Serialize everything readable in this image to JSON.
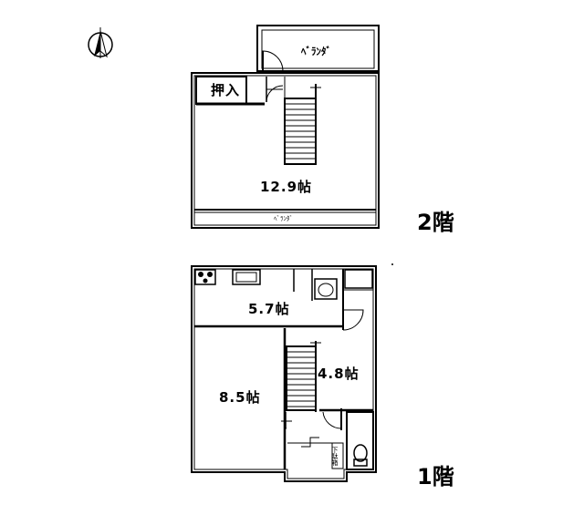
{
  "north_symbol": "north-arrow",
  "floor2": {
    "label": "2階",
    "balcony_top": "ﾍﾞﾗﾝﾀﾞ",
    "closet": "押入",
    "room": "12.9帖",
    "balcony_bottom": "ﾍﾞﾗﾝﾀﾞ"
  },
  "floor1": {
    "label": "1階",
    "kitchen": "5.7帖",
    "room_left": "8.5帖",
    "room_right": "4.8帖",
    "wc_label": "下駄箱"
  }
}
